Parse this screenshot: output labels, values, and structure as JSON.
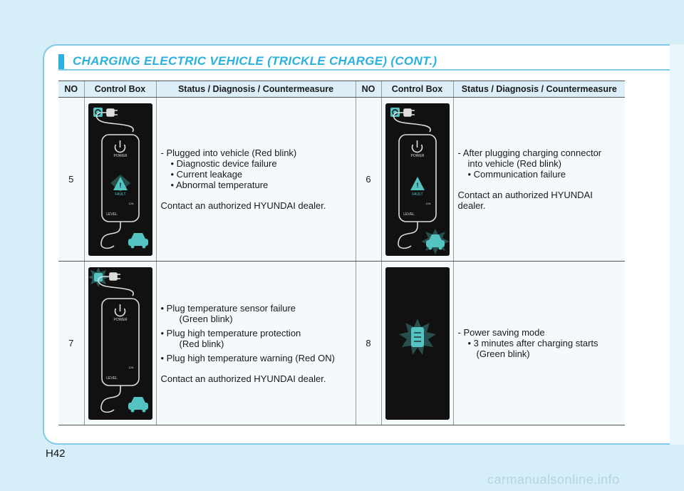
{
  "header": {
    "title": "CHARGING ELECTRIC VEHICLE (TRICKLE CHARGE) (CONT.)"
  },
  "table": {
    "columns": [
      "NO",
      "Control Box",
      "Status / Diagnosis / Countermeasure",
      "NO",
      "Control Box",
      "Status / Diagnosis / Countermeasure"
    ],
    "rows": [
      {
        "left": {
          "no": "5",
          "device_labels": {
            "power": "POWER",
            "fault": "FAULT",
            "level": "LEVEL",
            "amp": "12A"
          },
          "status_lines": [
            "-  Plugged into vehicle (Red blink)",
            "• Diagnostic device failure",
            "• Current leakage",
            "• Abnormal temperature"
          ],
          "contact": "Contact an authorized HYUNDAI dealer."
        },
        "right": {
          "no": "6",
          "device_labels": {
            "power": "POWER",
            "fault": "FAULT",
            "level": "LEVEL",
            "amp": "12A"
          },
          "status_lines": [
            "- After plugging charging connector",
            "into vehicle (Red blink)",
            "• Communication failure"
          ],
          "contact": "Contact an authorized HYUNDAI dealer."
        }
      },
      {
        "left": {
          "no": "7",
          "device_labels": {
            "power": "POWER",
            "level": "LEVEL",
            "amp": "12A"
          },
          "status_lines": [
            "•  Plug temperature sensor failure",
            "(Green blink)",
            "•  Plug high temperature protection",
            "(Red blink)",
            "•  Plug high temperature warning (Red ON)"
          ],
          "contact": "Contact an authorized HYUNDAI dealer."
        },
        "right": {
          "no": "8",
          "status_lines": [
            "-  Power saving mode",
            "• 3 minutes after charging starts",
            "(Green blink)"
          ]
        }
      }
    ]
  },
  "footer": {
    "page_number": "H42",
    "watermark": "carmanualsonline.info"
  },
  "colors": {
    "accent": "#2bb1e1",
    "page_bg": "#d6eef7",
    "header_bg": "#dceef7",
    "device_bg": "#111111",
    "led_teal": "#53c4c1"
  }
}
